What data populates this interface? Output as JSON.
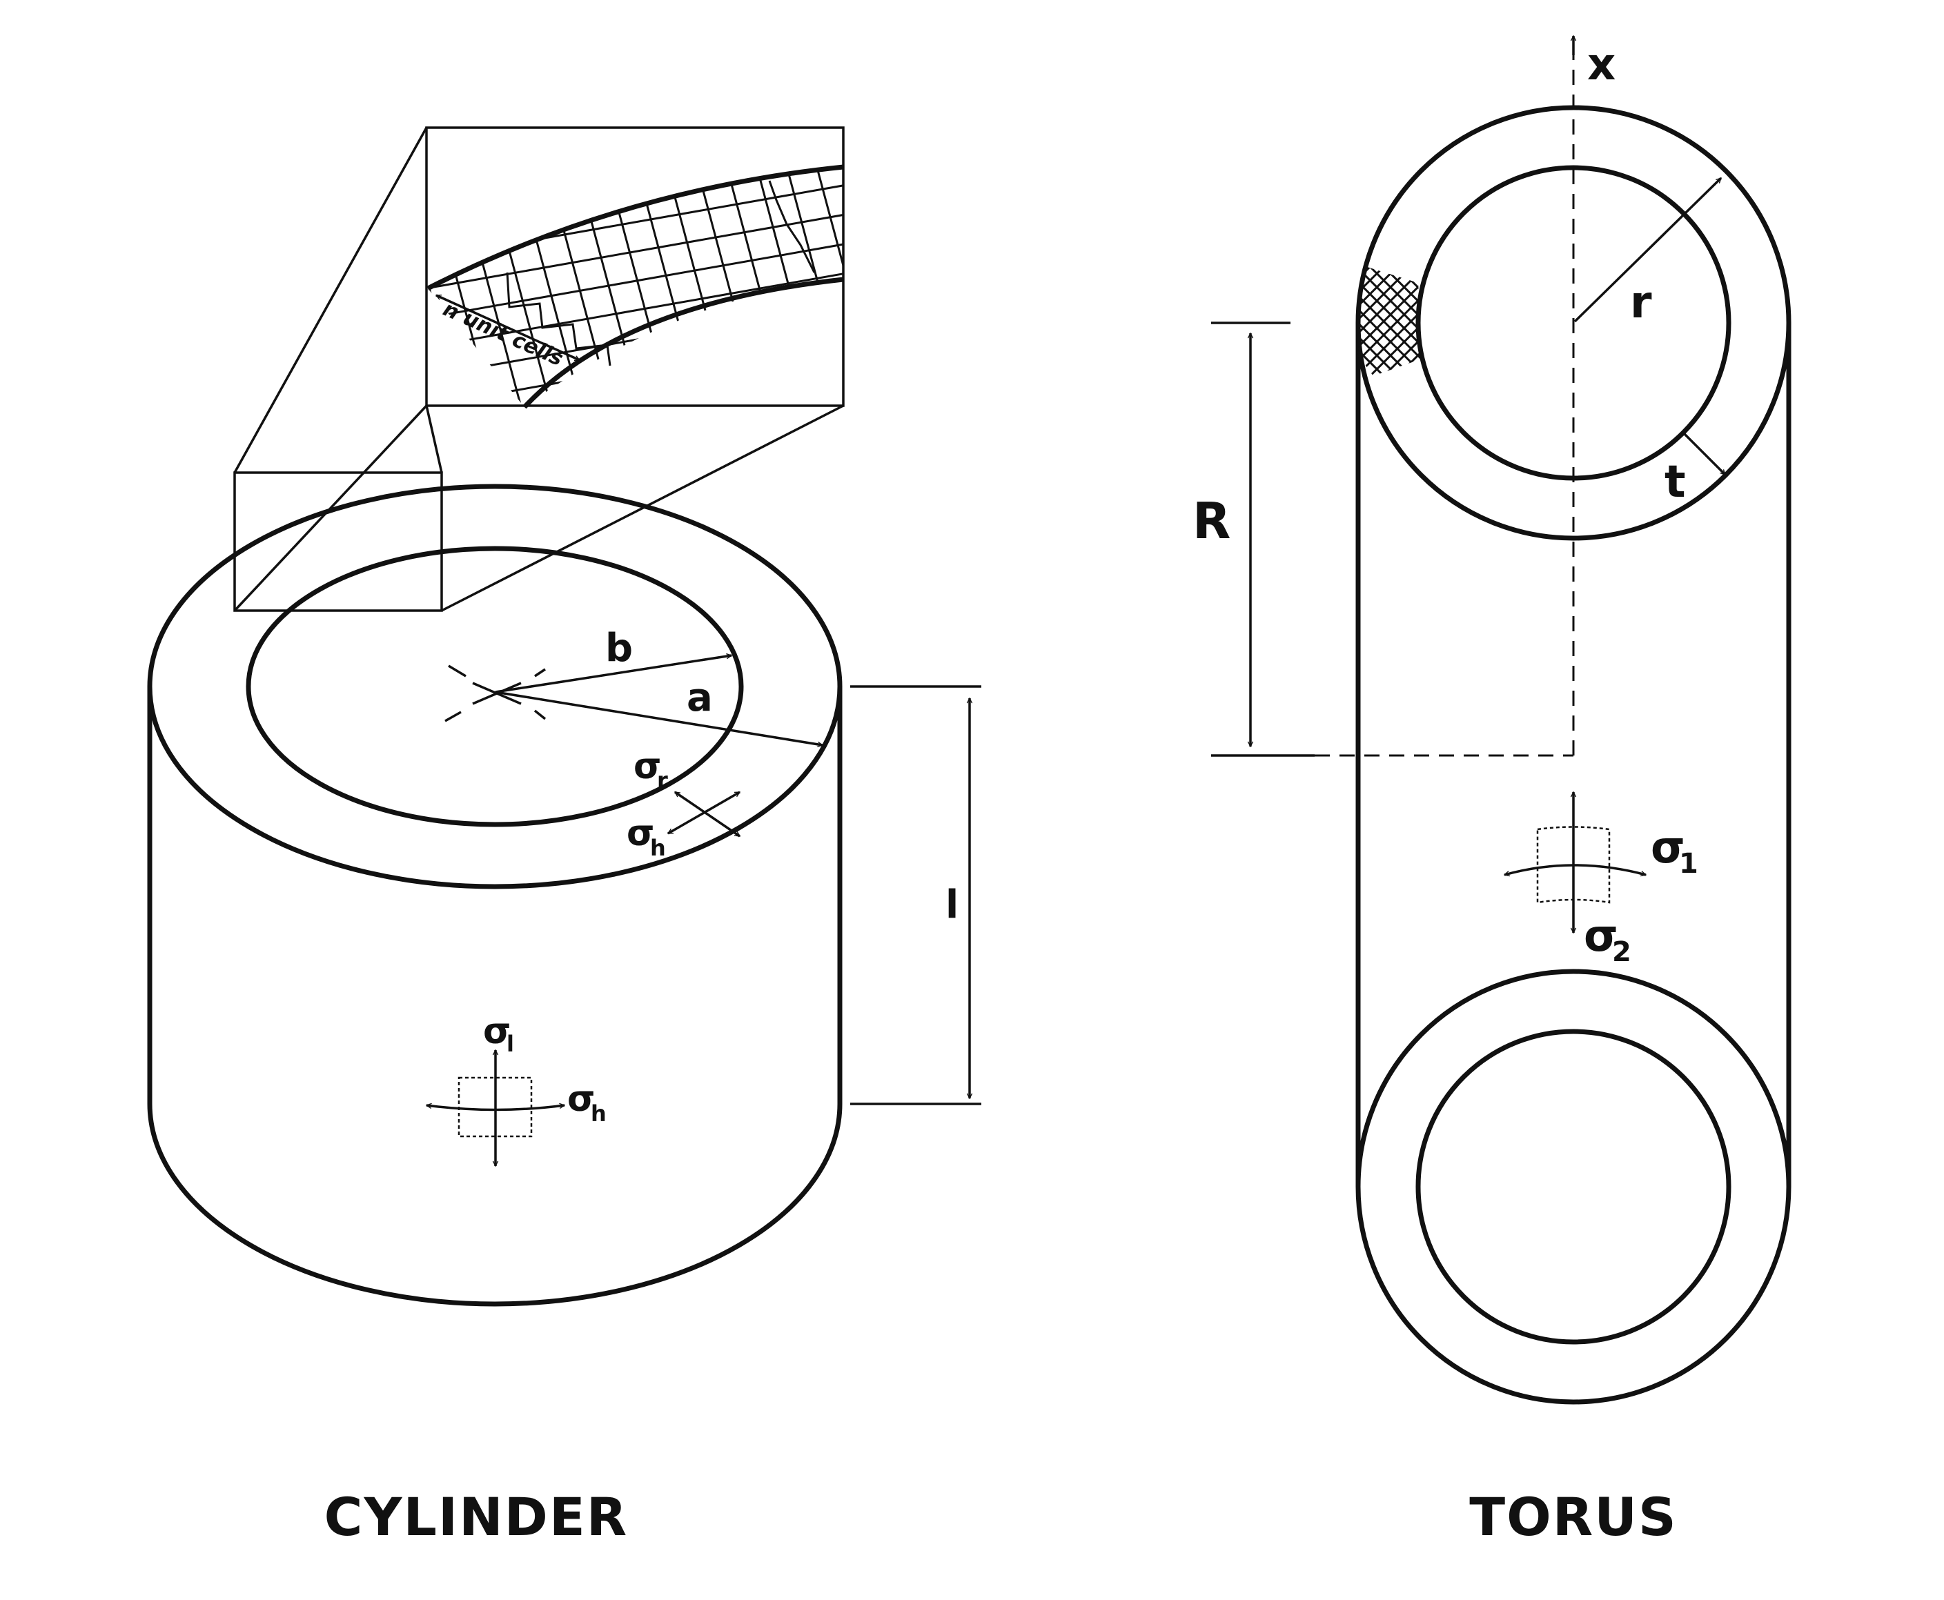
{
  "cylinder": {
    "caption": "CYLINDER",
    "label_b": "b",
    "label_a": "a",
    "label_l": "l",
    "label_sigma": "σ",
    "sub_r": "r",
    "sub_h": "h",
    "sub_l": "l",
    "inset_text": "n unit cells"
  },
  "torus": {
    "caption": "TORUS",
    "label_x": "x",
    "label_r": "r",
    "label_t": "t",
    "label_R": "R",
    "label_sigma": "σ",
    "sub_1": "1",
    "sub_2": "2"
  }
}
